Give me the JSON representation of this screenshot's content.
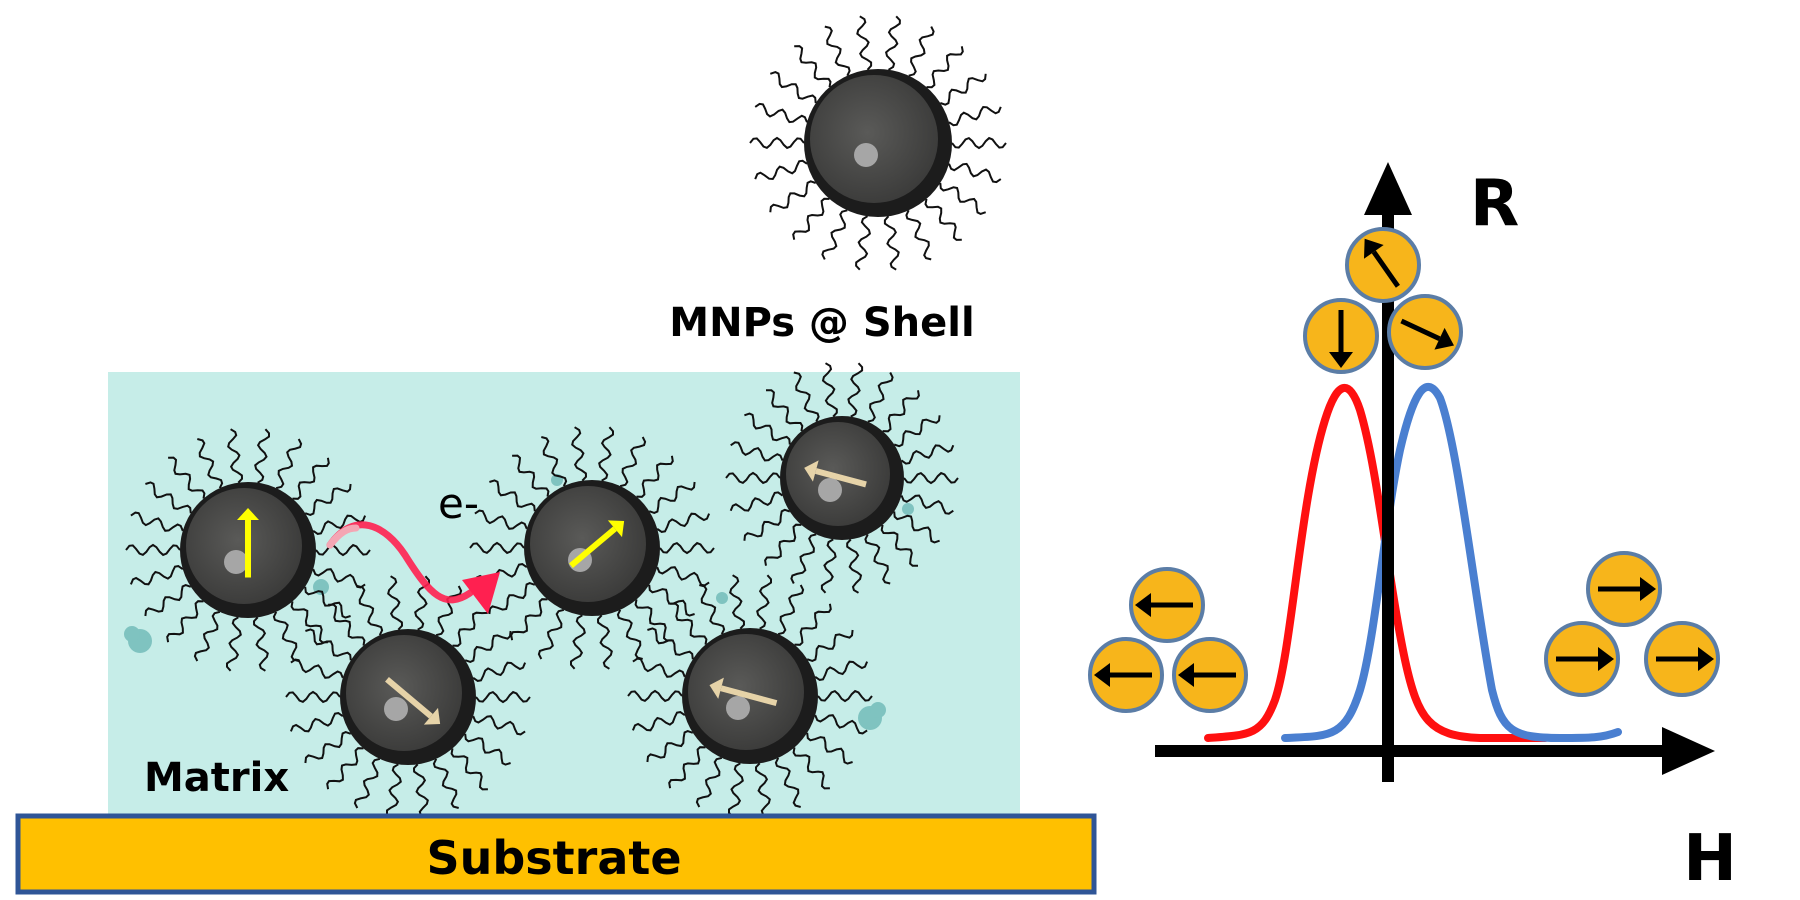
{
  "diagram": {
    "title_label": "MNPs @ Shell",
    "electron_label": "e-",
    "matrix_label": "Matrix",
    "substrate_label": "Substrate",
    "axis_y_label": "R",
    "axis_x_label": "H"
  },
  "colors": {
    "matrix_fill": "#c6ede8",
    "substrate_fill": "#ffc000",
    "substrate_border": "#2f5597",
    "particle_core": "#2b2b2b",
    "particle_inner": "#4a4a49",
    "particle_highlight": "#a6a6a6",
    "moment_arrow_yellow": "#ffff00",
    "moment_arrow_tan": "#e6d3a8",
    "electron_path": "#ff2050",
    "red_curve": "#ff1010",
    "blue_curve": "#4a7fd0",
    "spin_disc": "#f7b51b",
    "spin_disc_border": "#5b7da6"
  },
  "icons": [
    "core-shell-nanoparticle-icon",
    "magnetic-moment-arrow-icon",
    "spin-state-disc-icon",
    "electron-path-arrow-icon"
  ]
}
